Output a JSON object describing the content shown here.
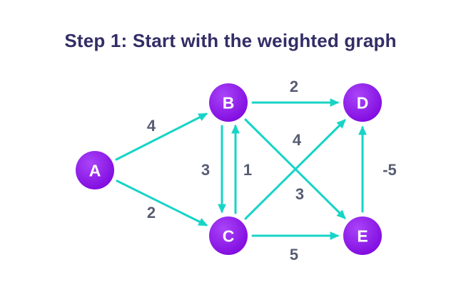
{
  "title": "Step 1: Start with the weighted graph",
  "colors": {
    "title-color": "#332d66",
    "edge-color": "#17d4c6",
    "weight-color": "#575c72",
    "node-color": "#8812ec"
  },
  "graph": {
    "nodes": [
      {
        "label": "A"
      },
      {
        "label": "B"
      },
      {
        "label": "C"
      },
      {
        "label": "D"
      },
      {
        "label": "E"
      }
    ],
    "edges": [
      {
        "from": "A",
        "to": "B",
        "weight": "4"
      },
      {
        "from": "A",
        "to": "C",
        "weight": "2"
      },
      {
        "from": "B",
        "to": "D",
        "weight": "2"
      },
      {
        "from": "B",
        "to": "C",
        "weight": "3"
      },
      {
        "from": "C",
        "to": "B",
        "weight": "1"
      },
      {
        "from": "C",
        "to": "D",
        "weight": "4"
      },
      {
        "from": "B",
        "to": "E",
        "weight": "3"
      },
      {
        "from": "C",
        "to": "E",
        "weight": "5"
      },
      {
        "from": "E",
        "to": "D",
        "weight": "-5"
      }
    ]
  }
}
